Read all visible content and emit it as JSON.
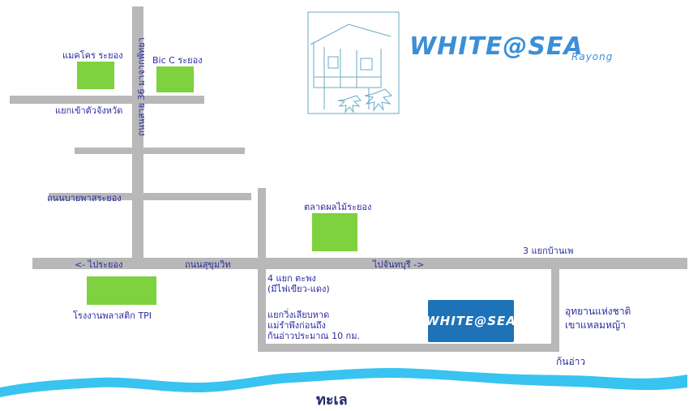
{
  "brand": {
    "title": "WHITE@SEA",
    "subtitle": "Rayong",
    "hotel_label": "WHITE@SEA"
  },
  "labels": {
    "makro": "แมคโคร ระยอง",
    "bigc": "Bic C ระยอง",
    "city_junction": "แยกเข้าตัวจังหวัด",
    "road36": "ถนนสาย 36 มาจากพัทยา",
    "bypass": "ถนนบายพาสระยอง",
    "to_rayong": "<- ไประยอง",
    "sukhumvit": "ถนนสุขุมวิท",
    "to_chanthaburi": "ไปจันทบุรี ->",
    "fruit_market": "ตลาดผลไม้ระยอง",
    "junction3": "3 แยกบ้านเพ",
    "junction4_line1": "4 แยก ตะพง",
    "junction4_line2": "(มีไฟเขียว-แดง)",
    "tpi": "โรงงานพลาสติก TPI",
    "directions_line1": "แยกวิ่งเลียบหาด",
    "directions_line2": "แม่รำพึงก่อนถึง",
    "directions_line3": "ก้นอ่าวประมาณ 10 กม.",
    "park_line1": "อุทยานแห่งชาติ",
    "park_line2": "เขาแหลมหญ้า",
    "kon_ao": "ก้นอ่าว",
    "sea": "ทะเล"
  },
  "colors": {
    "road": "#b8b8b8",
    "landmark": "#7ed13f",
    "hotel": "#1e72b8",
    "sea": "#39c3f0",
    "label_text": "#2a2aa0",
    "brand": "#3b8fd6"
  }
}
